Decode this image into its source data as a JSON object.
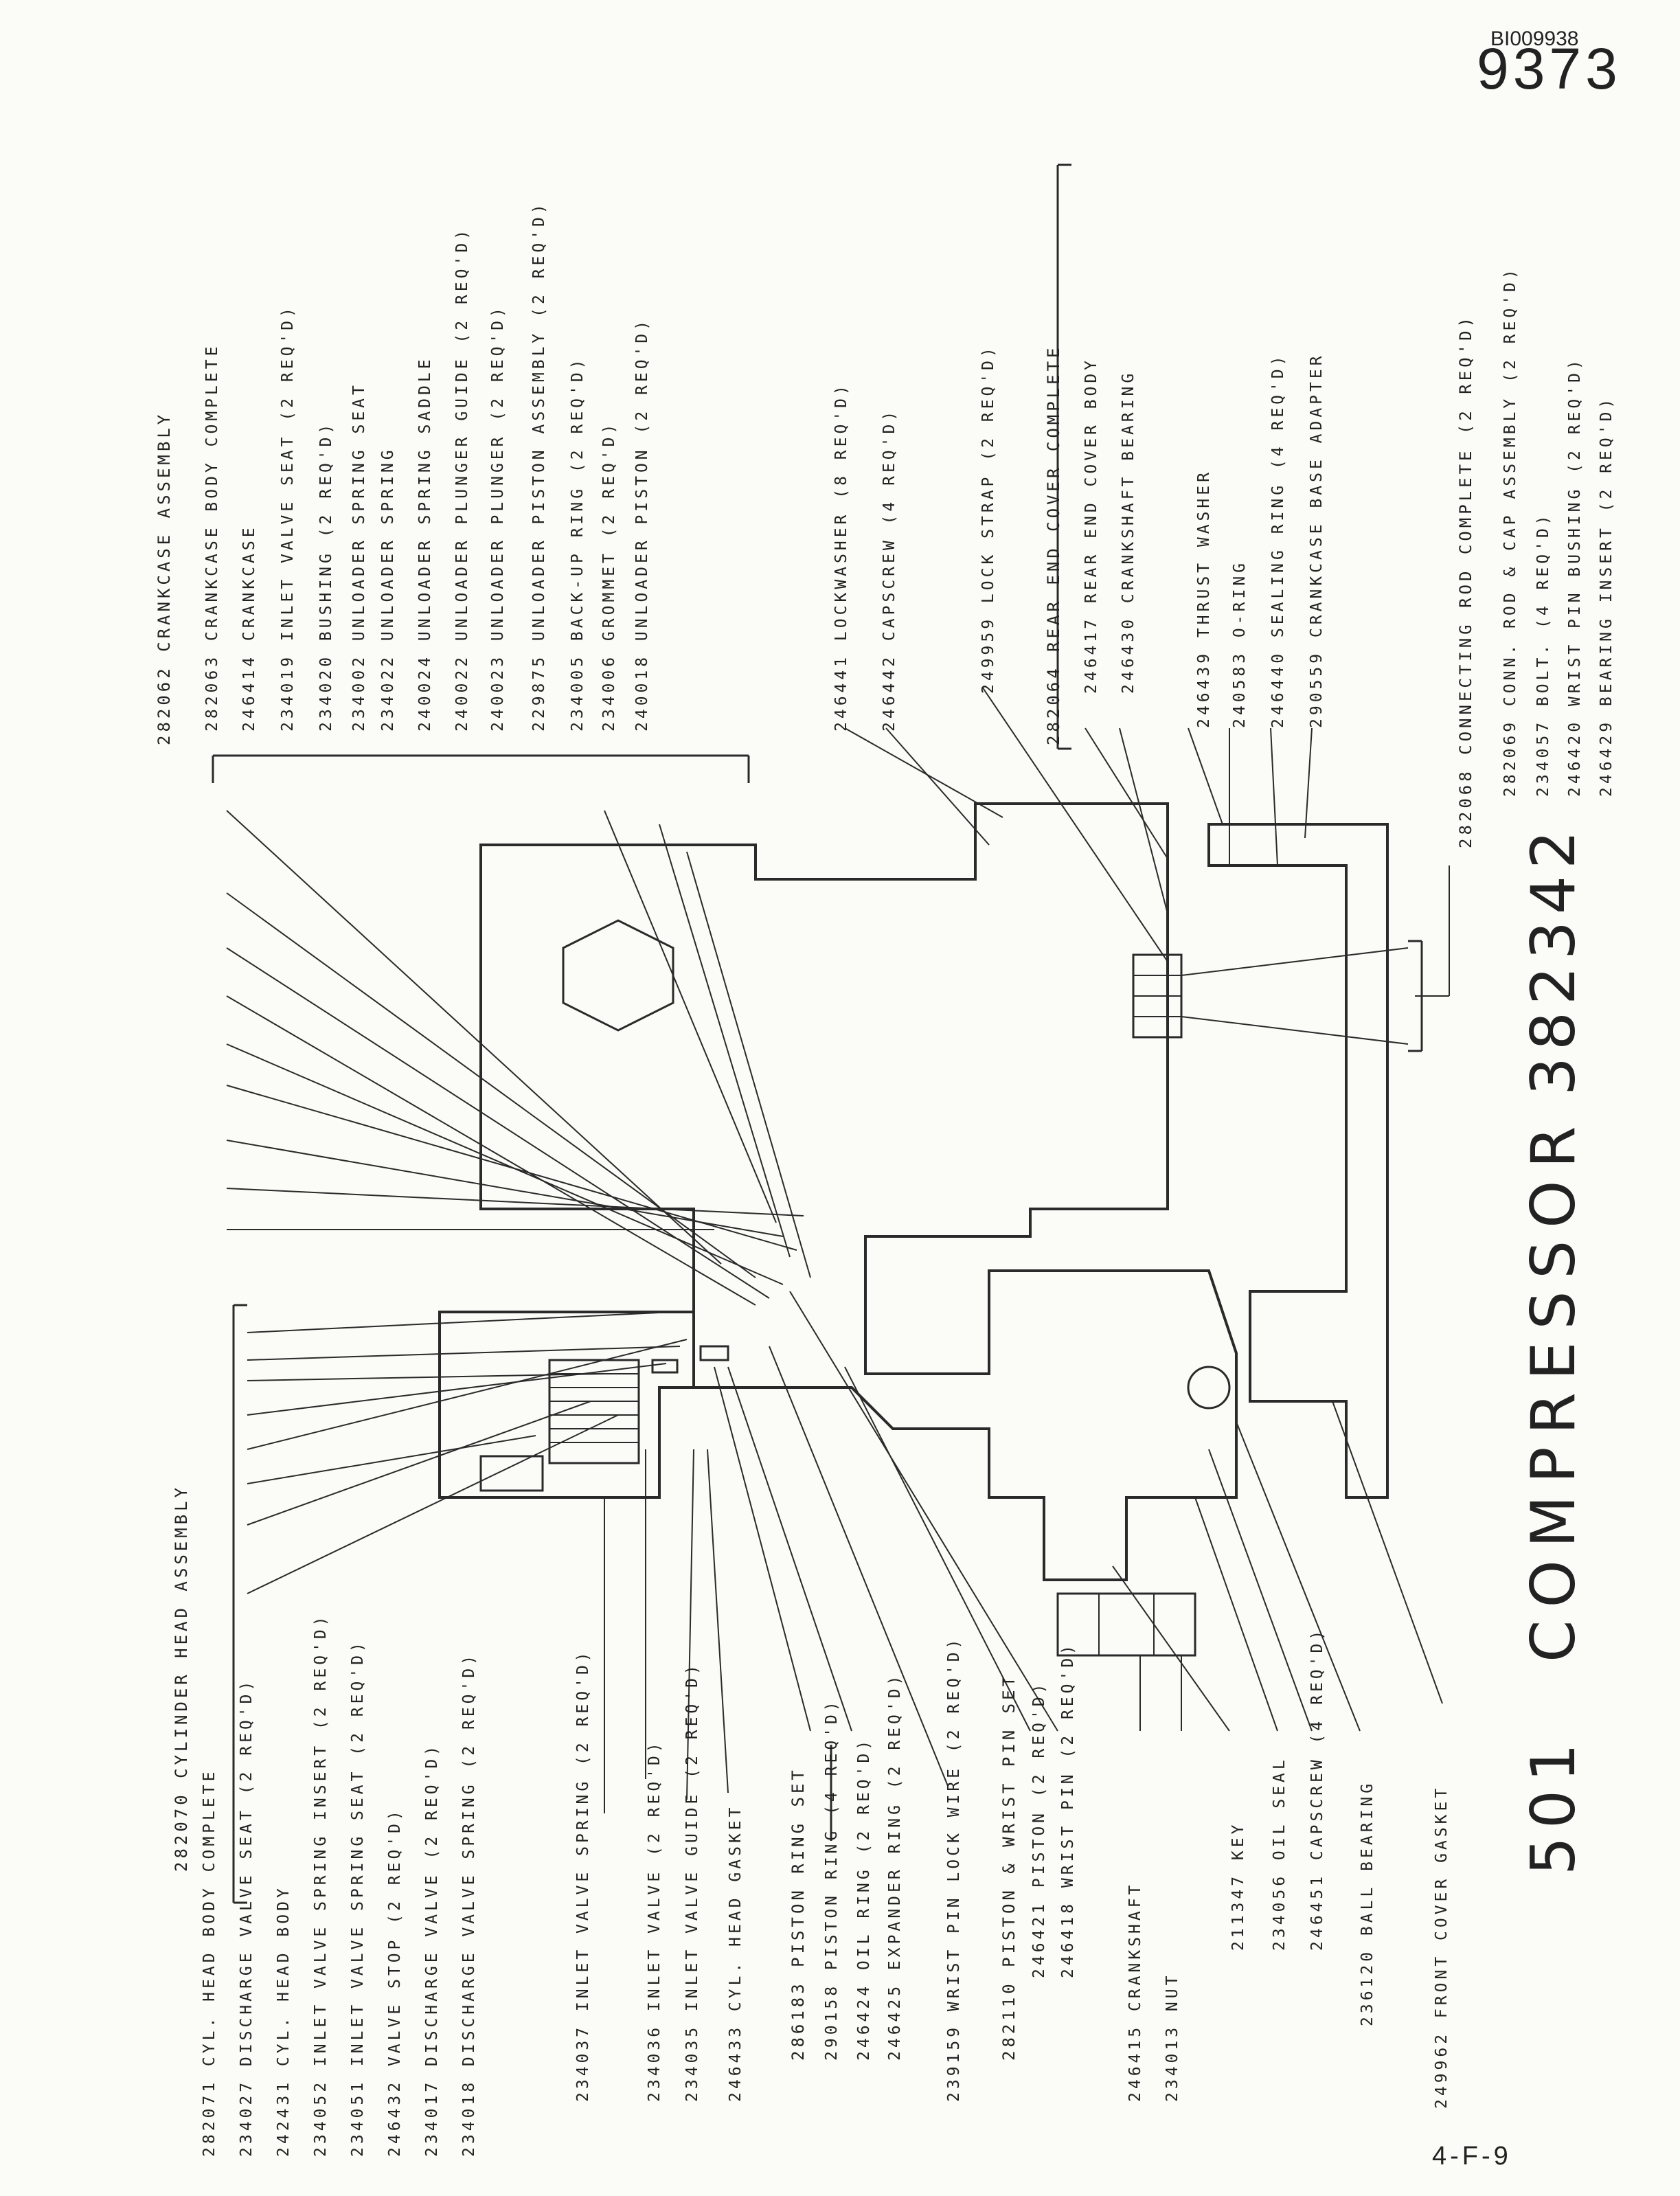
{
  "doc_id": "BI009938",
  "page_number": "9373",
  "page_ref": "4-F-9",
  "title": {
    "model": "501",
    "name": "COMPRESSOR",
    "part": "382342"
  },
  "cylinder_head": {
    "header": "282070  CYLINDER HEAD ASSEMBLY",
    "items": [
      "282071  CYL. HEAD BODY COMPLETE",
      "234027  DISCHARGE VALVE SEAT (2 REQ'D)",
      "242431  CYL. HEAD BODY",
      "234052  INLET VALVE SPRING INSERT (2 REQ'D)",
      "234051  INLET VALVE SPRING SEAT (2 REQ'D)",
      "246432  VALVE STOP (2 REQ'D)",
      "234017  DISCHARGE VALVE (2 REQ'D)",
      "234018  DISCHARGE VALVE SPRING (2 REQ'D)"
    ]
  },
  "lower_parts": [
    "234037  INLET VALVE SPRING (2 REQ'D)",
    "234036  INLET VALVE (2 REQ'D)",
    "234035  INLET VALVE GUIDE (2 REQ'D)",
    "246433  CYL. HEAD GASKET"
  ],
  "piston_ring_set": {
    "header": "286183  PISTON RING SET",
    "items": [
      "290158  PISTON RING (4 REQ'D)",
      "246424  OIL RING (2 REQ'D)",
      "246425  EXPANDER RING (2 REQ'D)"
    ]
  },
  "wrist_pin_lock_wire": "239159  WRIST PIN LOCK WIRE (2 REQ'D)",
  "piston_wrist_pin_set": {
    "header": "282110  PISTON & WRIST PIN SET",
    "items": [
      "246421  PISTON (2 REQ'D)",
      "246418  WRIST PIN (2 REQ'D)"
    ]
  },
  "crankshaft_parts": [
    "246415  CRANKSHAFT",
    "234013  NUT"
  ],
  "front_parts": [
    "211347  KEY",
    "234056  OIL SEAL",
    "246451  CAPSCREW (4 REQ'D)",
    "236120  BALL BEARING",
    "249962  FRONT COVER GASKET"
  ],
  "crankcase": {
    "header": "282062  CRANKCASE ASSEMBLY",
    "items": [
      "282063  CRANKCASE BODY COMPLETE",
      "246414  CRANKCASE",
      "234019  INLET VALVE SEAT (2 REQ'D)",
      "234020  BUSHING (2 REQ'D)",
      "234002  UNLOADER SPRING SEAT",
      "234022  UNLOADER SPRING",
      "240024  UNLOADER SPRING SADDLE",
      "240022  UNLOADER PLUNGER GUIDE (2 REQ'D)",
      "240023  UNLOADER PLUNGER (2 REQ'D)",
      "229875  UNLOADER PISTON ASSEMBLY (2 REQ'D)",
      "234005  BACK-UP RING (2 REQ'D)",
      "234006  GROMMET (2 REQ'D)",
      "240018  UNLOADER PISTON (2 REQ'D)"
    ]
  },
  "upper_parts": [
    "246441  LOCKWASHER (8 REQ'D)",
    "246442  CAPSCREW (4 REQ'D)",
    "249959  LOCK STRAP (2 REQ'D)"
  ],
  "rear_cover": {
    "header": "282064  REAR END COVER COMPLETE",
    "items": [
      "246417  REAR END COVER BODY",
      "246430  CRANKSHAFT BEARING"
    ]
  },
  "rear_parts": [
    "246439  THRUST WASHER",
    "240583  O-RING",
    "246440  SEALING RING (4 REQ'D)",
    "290559  CRANKCASE BASE ADAPTER"
  ],
  "connecting_rod": {
    "header": "282068  CONNECTING ROD COMPLETE (2 REQ'D)",
    "items": [
      "282069  CONN. ROD & CAP ASSEMBLY (2 REQ'D)",
      "234057  BOLT. (4 REQ'D)",
      "246420  WRIST PIN BUSHING (2 REQ'D)",
      "246429  BEARING INSERT (2 REQ'D)"
    ]
  }
}
